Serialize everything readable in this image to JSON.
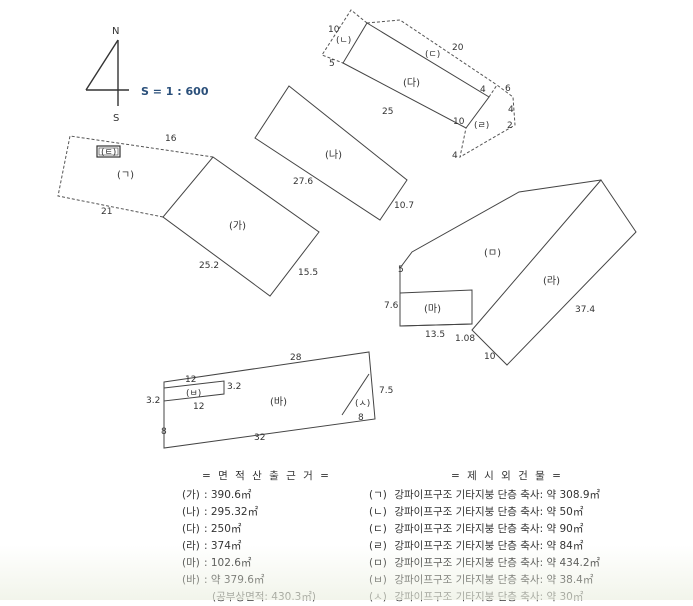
{
  "compass": {
    "north": "N",
    "south": "S"
  },
  "scale": "S = 1 : 600",
  "parcels": {
    "ga": "(가)",
    "na": "(나)",
    "da": "(다)",
    "ra": "(라)",
    "ma": "(마)",
    "ba": "(바)"
  },
  "buildings": {
    "g": "(ㄱ)",
    "n": "(ㄴ)",
    "d": "(ㄷ)",
    "r": "(ㄹ)",
    "m": "(ㅁ)",
    "b": "(ㅂ)",
    "s": "(ㅅ)",
    "e": "(ㅌ)"
  },
  "dimensions": {
    "g_top": "16",
    "g_left": "21",
    "ga_bottom": "25.2",
    "ga_right": "15.5",
    "na_bottom": "27.6",
    "na_right": "10.7",
    "n_top": "10",
    "n_left": "5",
    "d_top": "20",
    "da_bottom": "25",
    "da_right": "4",
    "r_a": "6",
    "r_b": "4",
    "r_c": "2",
    "r_d": "10",
    "r_bottom": "4",
    "ma_left": "5",
    "mi_left": "7.6",
    "mi_bottom": "13.5",
    "mi_right": "1.08",
    "ra_right": "37.4",
    "ra_bottom": "10",
    "ba_top": "28",
    "b_top": "12",
    "b_left": "3.2",
    "b_right": "3.2",
    "b_bottom": "12",
    "ba_left": "8",
    "ba_bottom": "32",
    "s_right": "7.5",
    "s_bottom": "8"
  },
  "area_legend": {
    "heading": "= 면 적 산 출 근 거 =",
    "rows": [
      {
        "key": "(가)",
        "value": ": 390.6㎡"
      },
      {
        "key": "(나)",
        "value": ": 295.32㎡"
      },
      {
        "key": "(다)",
        "value": ": 250㎡"
      },
      {
        "key": "(라)",
        "value": ": 374㎡"
      },
      {
        "key": "(마)",
        "value": ": 102.6㎡"
      },
      {
        "key": "(바)",
        "value": ": 약 379.6㎡"
      }
    ],
    "note": "(공부상면적: 430.3㎡)"
  },
  "building_legend": {
    "heading": "= 제 시 외 건 물 =",
    "rows": [
      {
        "key": "(ㄱ)",
        "value": "강파이프구조 기타지붕 단층 축사: 약 308.9㎡"
      },
      {
        "key": "(ㄴ)",
        "value": "강파이프구조 기타지붕 단층 축사: 약 50㎡"
      },
      {
        "key": "(ㄷ)",
        "value": "강파이프구조 기타지붕 단층 축사: 약 90㎡"
      },
      {
        "key": "(ㄹ)",
        "value": "강파이프구조 기타지붕 단층 축사: 약 84㎡"
      },
      {
        "key": "(ㅁ)",
        "value": "강파이프구조 기타지붕 단층 축사: 약 434.2㎡"
      },
      {
        "key": "(ㅂ)",
        "value": "강파이프구조 기타지붕 단층 축사: 약 38.4㎡"
      },
      {
        "key": "(ㅅ)",
        "value": "강파이프구조 기타지붕 단층 축사: 약 30㎡"
      }
    ]
  }
}
